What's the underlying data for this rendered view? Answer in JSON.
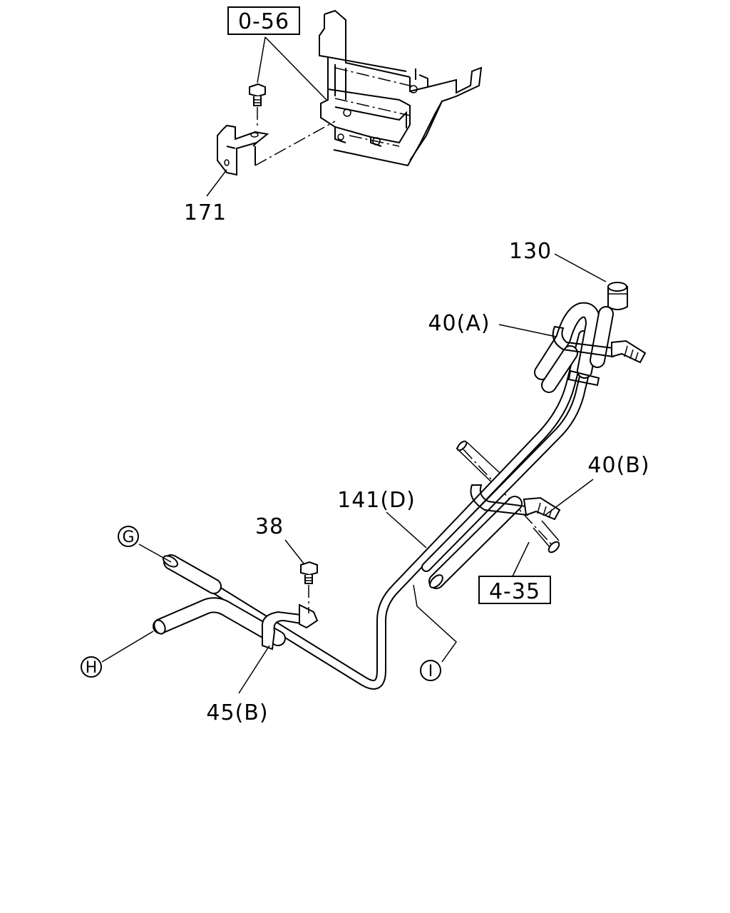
{
  "diagram": {
    "refs": {
      "ref_0_56": "0-56",
      "ref_4_35": "4-35"
    },
    "parts": {
      "p171": "171",
      "p130": "130",
      "p40a": "40(A)",
      "p40b": "40(B)",
      "p141d": "141(D)",
      "p38": "38",
      "p45b": "45(B)"
    },
    "connectors": {
      "g": "G",
      "h": "H",
      "i": "I"
    }
  }
}
